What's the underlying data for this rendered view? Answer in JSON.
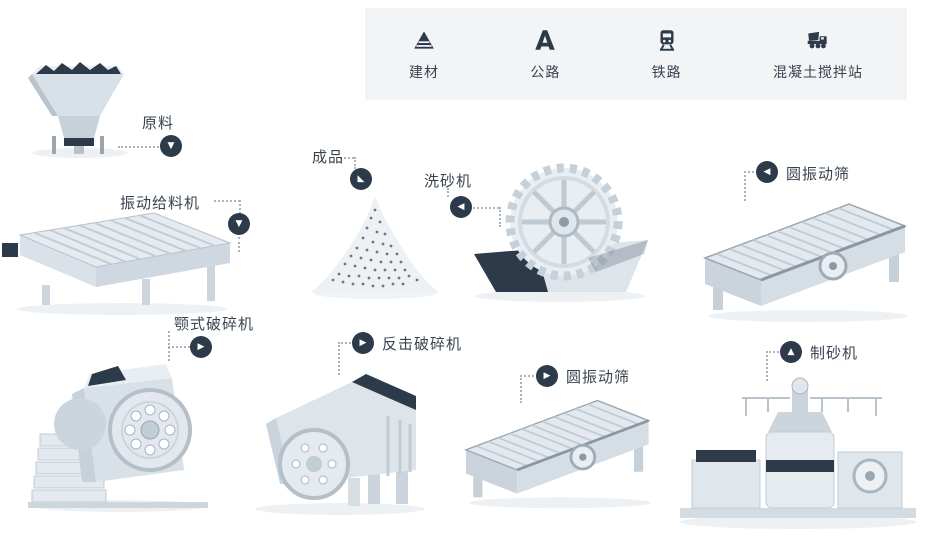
{
  "colors": {
    "accent_dark": "#2c3a4a",
    "machine_light": "#e6ebf0",
    "machine_mid": "#cfd8df",
    "machine_deep": "#b9c4cd",
    "header_bg": "#f2f4f6",
    "label_text": "#39434f",
    "connector": "#aab4bd"
  },
  "header": {
    "items": [
      {
        "label": "建材",
        "icon": "materials-icon"
      },
      {
        "label": "公路",
        "icon": "highway-icon"
      },
      {
        "label": "铁路",
        "icon": "railway-icon"
      },
      {
        "label": "混凝土搅拌站",
        "icon": "mixer-truck-icon"
      }
    ]
  },
  "nodes": [
    {
      "id": "raw-material-hopper",
      "label": "原料",
      "marker": "▼"
    },
    {
      "id": "vibrating-feeder",
      "label": "振动给料机",
      "marker": "▼"
    },
    {
      "id": "finished-product",
      "label": "成品",
      "marker": "◣"
    },
    {
      "id": "sand-washer",
      "label": "洗砂机",
      "marker": "◀"
    },
    {
      "id": "circular-vibrating-screen-upper",
      "label": "圆振动筛",
      "marker": "◀"
    },
    {
      "id": "jaw-crusher",
      "label": "颚式破碎机",
      "marker": "▶"
    },
    {
      "id": "impact-crusher",
      "label": "反击破碎机",
      "marker": "▶"
    },
    {
      "id": "circular-vibrating-screen-lower",
      "label": "圆振动筛",
      "marker": "▶"
    },
    {
      "id": "sand-making-machine",
      "label": "制砂机",
      "marker": "▲"
    }
  ]
}
